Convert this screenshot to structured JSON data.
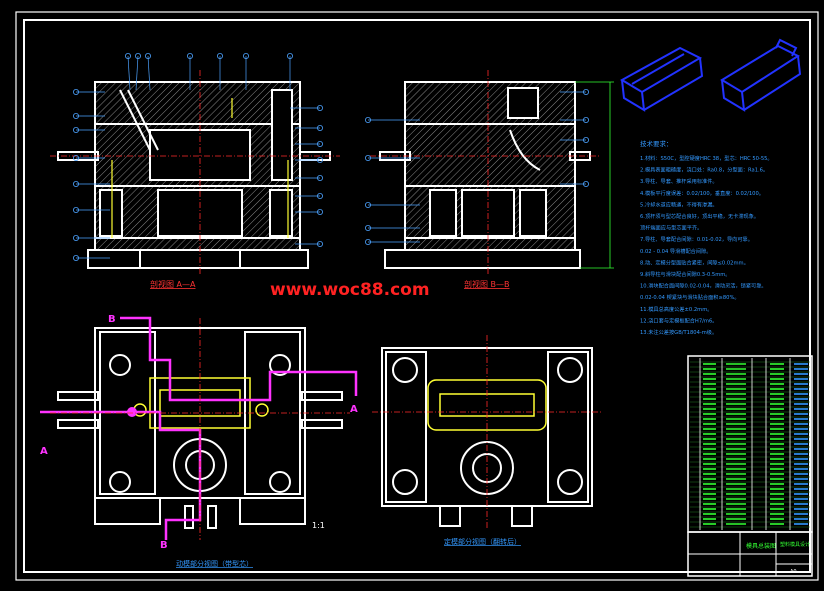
{
  "watermark": "www.woc88.com",
  "views": {
    "section_aa_caption": "剖视图 A—A",
    "section_bb_caption": "剖视图 B—B",
    "bottom_left_caption": "动模部分视图（带型芯）",
    "bottom_right_caption": "定模部分视图（翻转后）",
    "section_letters": {
      "a_left": "A",
      "a_right": "A",
      "b_top": "B",
      "b_bottom": "B"
    },
    "small_mark": "1:1"
  },
  "notes": {
    "title": "技术要求：",
    "lines": [
      "1.材料：S50C，型腔硬度HRC 38，型芯：HRC 50-55。",
      "2.模具表面粗糙度，浇口处：Ra0.8，分型面：Ra1.6。",
      "3.导柱、导套、推杆采用标准件。",
      "4.模板平行度误差：0.02/100，垂直度：0.02/100。",
      "5.冷却水道应畅通，不得有渗漏。",
      "6.顶杆须与型芯配合良好，顶出平稳，无卡滞现象。",
      "  顶杆端面应与型芯面平齐。",
      "7.导柱、导套配合间隙：0.01-0.02，导向可靠。",
      "  0.02 - 0.04 导滑槽配合间隙。",
      "8.动、定模分型面贴合紧密，间隙≤0.02mm。",
      "9.斜导柱与滑块配合间隙0.3-0.5mm。",
      "10.滑块配合面间隙0.02-0.04，滑动灵活，锁紧可靠。",
      "  0.02-0.04 楔紧块与滑块贴合面积≥80%。",
      "11.模具总高度公差±0.2mm。",
      "12.浇口套与定模板配合H7/m6。",
      "13.未注公差按GB/T1804-m级。"
    ]
  },
  "title_block": {
    "drawing_title": "模具总装图",
    "company": "塑料模具设计",
    "sheet": "A0"
  },
  "colors": {
    "background": "#000000",
    "outline": "#ffffff",
    "centerline": "#ff2a2a",
    "leader": "#4da3ff",
    "section_line": "#ff33ff",
    "highlight": "#ffff33",
    "hatch": "#aaaaaa",
    "notes_text": "#3399ff",
    "table_green": "#33ff33",
    "watermark": "#ff2222",
    "iso_blue": "#2233ff"
  }
}
